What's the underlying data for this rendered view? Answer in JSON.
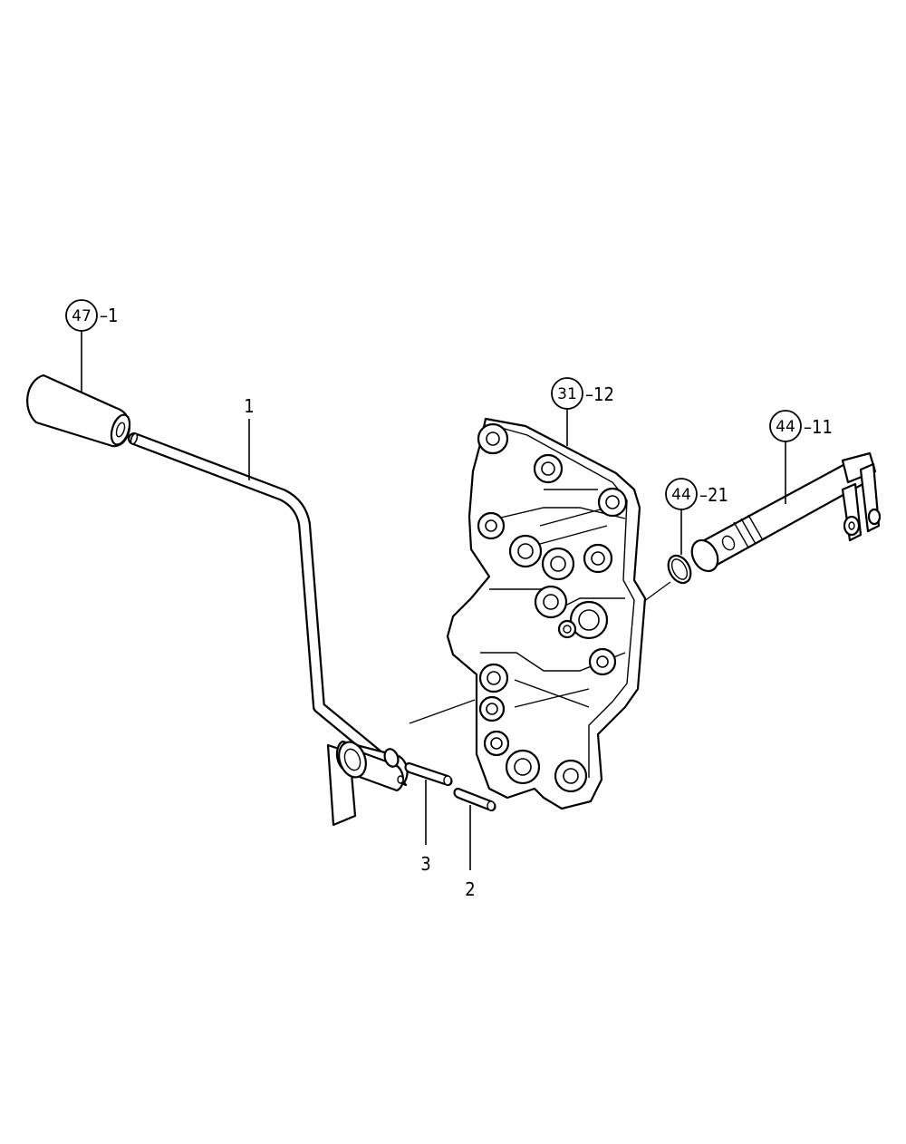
{
  "callouts": [
    {
      "ref": "47",
      "suffix": "–1"
    },
    {
      "ref": "31",
      "suffix": "–12"
    },
    {
      "ref": "44",
      "suffix": "–11"
    },
    {
      "ref": "44",
      "suffix": "–21"
    }
  ],
  "part_labels": {
    "lever": "1",
    "pin_long": "3",
    "pin_short": "2"
  },
  "colors": {
    "ink": "#000000",
    "background": "#ffffff"
  }
}
